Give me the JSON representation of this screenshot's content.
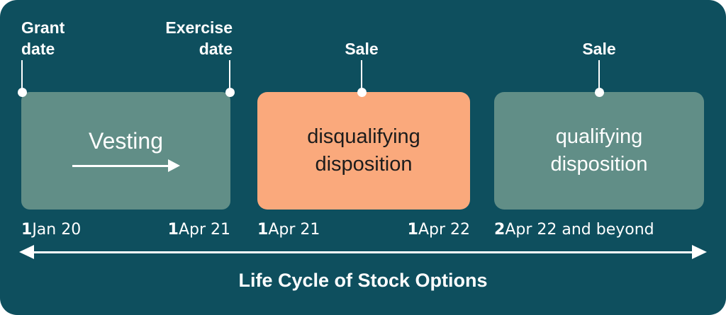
{
  "title": "Life Cycle of Stock Options",
  "theme": {
    "background": "#0E4F5E",
    "box_teal": "#618E87",
    "box_orange": "#FAA97C",
    "text_light": "#FFFFFF",
    "text_dark": "#1C1C1C"
  },
  "milestones": [
    {
      "id": "grant",
      "label": "Grant\ndate"
    },
    {
      "id": "exercise",
      "label": "Exercise\ndate"
    },
    {
      "id": "sale-1",
      "label": "Sale"
    },
    {
      "id": "sale-2",
      "label": "Sale"
    }
  ],
  "phases": [
    {
      "id": "vesting",
      "label": "Vesting"
    },
    {
      "id": "disqualifying-disposition",
      "label": "disqualifying\ndisposition"
    },
    {
      "id": "qualifying-disposition",
      "label": "qualifying\ndisposition"
    }
  ],
  "dates": [
    {
      "marker": "1",
      "text": "Jan 20"
    },
    {
      "marker": "1",
      "text": "Apr 21"
    },
    {
      "marker": "1",
      "text": "Apr 21"
    },
    {
      "marker": "1",
      "text": "Apr 22"
    },
    {
      "marker": "2",
      "text": "Apr 22 and beyond"
    }
  ]
}
